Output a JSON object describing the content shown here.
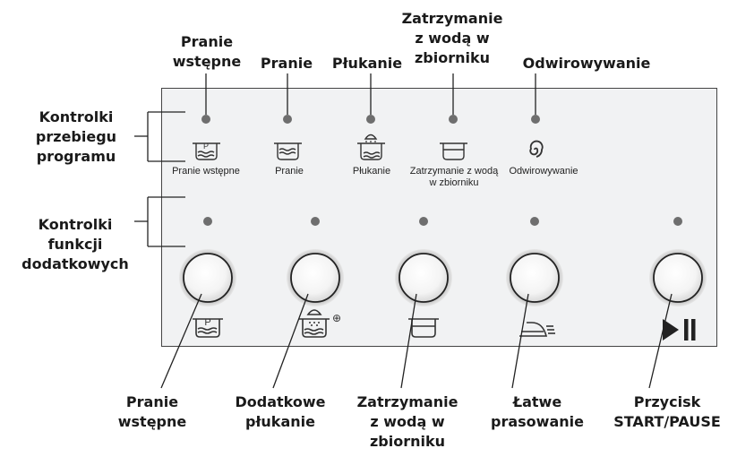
{
  "top_labels": {
    "prewash": "Pranie\nwstępne",
    "wash": "Pranie",
    "rinse": "Płukanie",
    "rinse_hold": "Zatrzymanie\nz wodą w\nzbiorniku",
    "spin": "Odwirowywanie"
  },
  "left_labels": {
    "progress": "Kontrolki\nprzebiegu\nprogramu",
    "functions": "Kontrolki\nfunkcji\ndodatkowych"
  },
  "panel_labels": {
    "prewash": "Pranie wstępne",
    "wash": "Pranie",
    "rinse": "Płukanie",
    "rinse_hold": "Zatrzymanie z wodą\nw zbiorniku",
    "spin": "Odwirowywanie"
  },
  "bottom_labels": {
    "prewash": "Pranie\nwstępne",
    "extra_rinse": "Dodatkowe\npłukanie",
    "rinse_hold": "Zatrzymanie\nz wodą w\nzbiorniku",
    "easy_iron": "Łatwe\nprasowanie",
    "start_pause": "Przycisk\nSTART/PAUSE"
  },
  "icons": {
    "prewash_letter": "P",
    "extra_rinse_plus": "⊕"
  },
  "colors": {
    "panel_bg": "#f1f2f3",
    "led": "#6e6e6e",
    "line": "#222222"
  }
}
